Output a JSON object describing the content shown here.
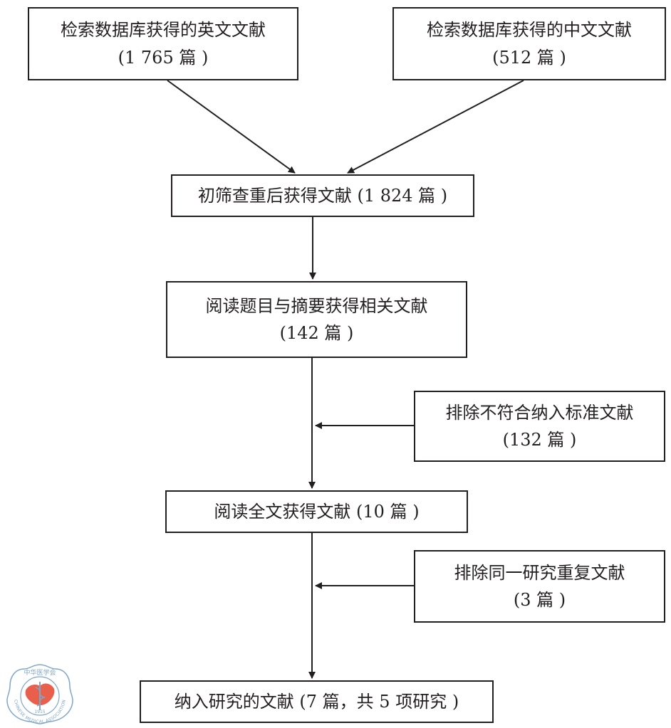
{
  "nodes": {
    "english": {
      "text": "检索数据库获得的英文文献",
      "count": "(1 765 篇 )"
    },
    "chinese": {
      "text": "检索数据库获得的中文文献",
      "count": "(512 篇 )"
    },
    "dedup": {
      "text": "初筛查重后获得文献 (1 824 篇 )"
    },
    "title_abstract": {
      "text": "阅读题目与摘要获得相关文献",
      "count": "(142 篇 )"
    },
    "exclude_criteria": {
      "text": "排除不符合纳入标准文献",
      "count": "(132 篇 )"
    },
    "fulltext": {
      "text": "阅读全文获得文献 (10 篇 )"
    },
    "exclude_duplicate": {
      "text": "排除同一研究重复文献",
      "count": "(3 篇 )"
    },
    "included": {
      "text": "纳入研究的文献 (7 篇，共 5 项研究 )"
    }
  },
  "logo": {
    "top_text": "中华医学会",
    "ring_text": "CHINESE MEDICAL ASSOCIATION",
    "year": "1915"
  },
  "colors": {
    "stroke": "#231f20",
    "logo_blue": "#7fa6c9",
    "logo_red": "#e8604c"
  }
}
